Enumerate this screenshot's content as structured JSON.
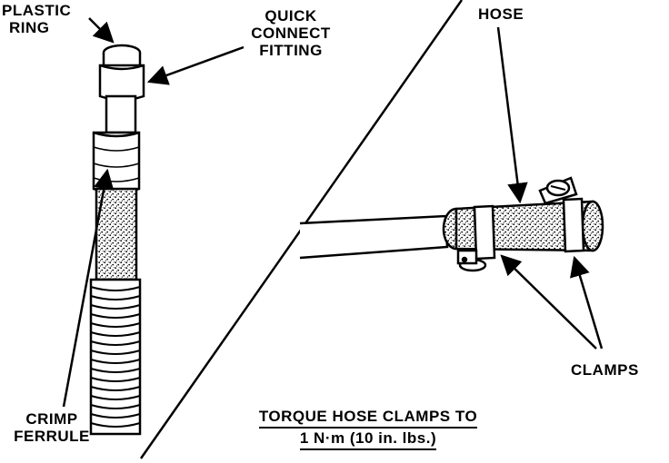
{
  "labels": {
    "plastic_ring": [
      "PLASTIC",
      "RING"
    ],
    "quick_connect": [
      "QUICK",
      "CONNECT",
      "FITTING"
    ],
    "hose": "HOSE",
    "crimp_ferrule": [
      "CRIMP",
      "FERRULE"
    ],
    "clamps": "CLAMPS"
  },
  "caption": {
    "line1": "TORQUE HOSE CLAMPS TO",
    "line2": "1 N·m (10 in. lbs.)"
  },
  "colors": {
    "ink": "#000000",
    "paper": "#ffffff"
  }
}
